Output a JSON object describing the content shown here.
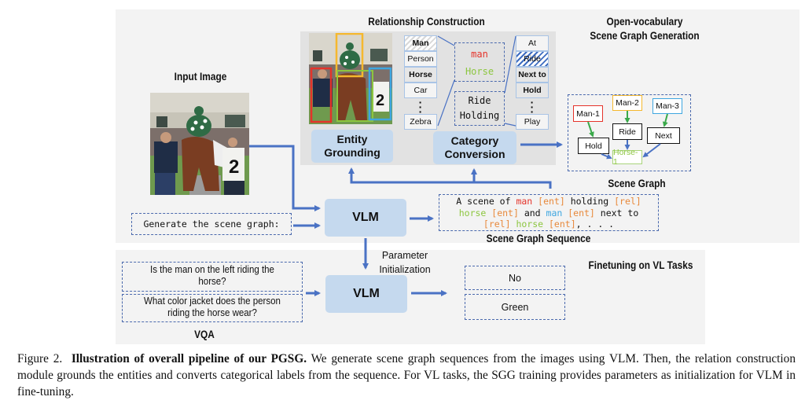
{
  "figure": {
    "sections": {
      "relationship_construction": "Relationship Construction",
      "open_vocab_line1": "Open-vocabulary",
      "open_vocab_line2": "Scene Graph Generation",
      "input_image": "Input Image",
      "scene_graph": "Scene Graph",
      "scene_graph_sequence": "Scene Graph Sequence",
      "finetuning": "Finetuning on VL Tasks",
      "vqa": "VQA"
    },
    "modules": {
      "entity_grounding_1": "Entity",
      "entity_grounding_2": "Grounding",
      "category_conversion_1": "Category",
      "category_conversion_2": "Conversion",
      "vlm_top": "VLM",
      "vlm_bottom": "VLM",
      "param_init_1": "Parameter",
      "param_init_2": "Initialization"
    },
    "prompt": "Generate the scene graph:",
    "entity_vocab": [
      "Man",
      "Person",
      "Horse",
      "Car",
      "Zebra"
    ],
    "relation_vocab": [
      "At",
      "Ride",
      "Next to",
      "Hold",
      "Play"
    ],
    "predicted_entities": [
      "man",
      "Horse"
    ],
    "predicted_relations": [
      "Ride",
      "Holding"
    ],
    "sequence": [
      [
        {
          "t": "A scene of ",
          "c": "plain"
        },
        {
          "t": "man",
          "c": "red"
        },
        {
          "t": " [ent]",
          "c": "orange"
        },
        {
          "t": " holding ",
          "c": "plain"
        },
        {
          "t": "[rel]",
          "c": "orange"
        }
      ],
      [
        {
          "t": "horse",
          "c": "green"
        },
        {
          "t": " [ent]",
          "c": "orange"
        },
        {
          "t": " and ",
          "c": "plain"
        },
        {
          "t": "man",
          "c": "blue"
        },
        {
          "t": " [ent]",
          "c": "orange"
        },
        {
          "t": " next to",
          "c": "plain"
        }
      ],
      [
        {
          "t": "[rel]",
          "c": "orange"
        },
        {
          "t": " horse",
          "c": "green"
        },
        {
          "t": " [ent]",
          "c": "orange"
        },
        {
          "t": ", . . .",
          "c": "plain"
        }
      ]
    ],
    "scene_graph_nodes": {
      "man1": "Man-1",
      "man2": "Man-2",
      "man3": "Man-3",
      "hold": "Hold",
      "ride": "Ride",
      "next": "Next",
      "horse1": "Horse-1"
    },
    "vqa_questions": [
      [
        "Is the man on the left riding the",
        "horse?"
      ],
      [
        "What color jacket does the person",
        "riding the horse wear?"
      ]
    ],
    "vqa_answers": [
      "No",
      "Green"
    ],
    "colors": {
      "red": "#e5332a",
      "orange": "#e8893b",
      "green": "#8cc63f",
      "blue": "#3ea6e0",
      "yellow": "#f5b82e",
      "arrow": "#4a72c4",
      "module": "#c5d9ee"
    }
  },
  "caption": {
    "label": "Figure 2.",
    "bold": "Illustration of overall pipeline of our PGSG.",
    "text": " We generate scene graph sequences from the images using VLM. Then, the relation construction module grounds the entities and converts categorical labels from the sequence.  For VL tasks, the SGG training provides parameters as initialization for VLM in fine-tuning."
  }
}
